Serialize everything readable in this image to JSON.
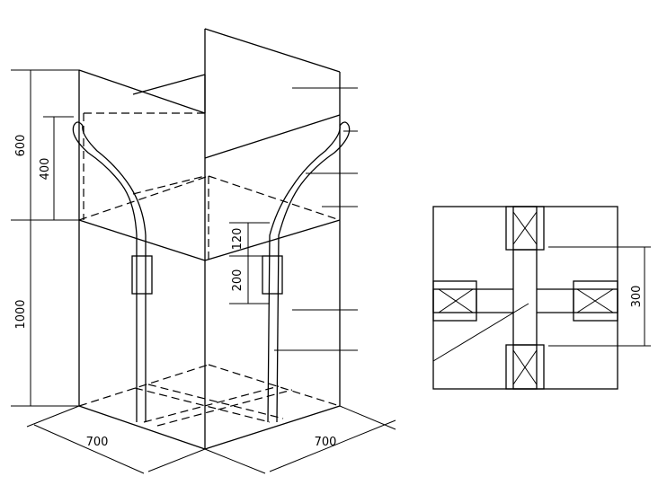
{
  "dimensions": {
    "top_section_height": "600",
    "handle_loop_height": "400",
    "body_height": "1000",
    "base_width_left": "700",
    "base_width_right": "700",
    "label_gap": "120",
    "label_height": "200",
    "strap_spacing": "300"
  },
  "icons": {
    "bag": "isometric-bulk-bag-outline",
    "base": "square-base-plan-view"
  }
}
